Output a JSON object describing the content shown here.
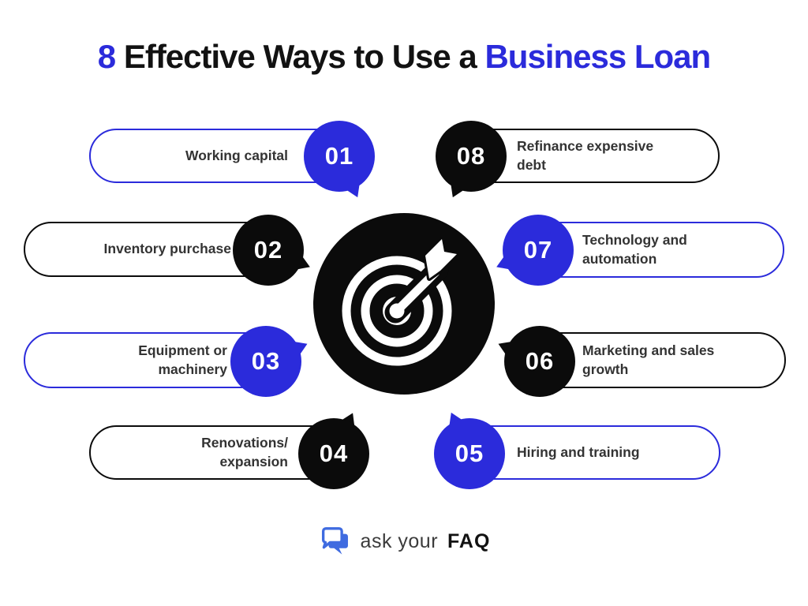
{
  "title": {
    "prefix": "8",
    "middle": " Effective Ways to Use a ",
    "highlight": "Business Loan"
  },
  "items": [
    {
      "number": "01",
      "label": "Working capital",
      "theme": "blue"
    },
    {
      "number": "02",
      "label": "Inventory purchase",
      "theme": "black"
    },
    {
      "number": "03",
      "label": "Equipment or\nmachinery",
      "theme": "blue"
    },
    {
      "number": "04",
      "label": "Renovations/\nexpansion",
      "theme": "black"
    },
    {
      "number": "05",
      "label": "Hiring and training",
      "theme": "blue"
    },
    {
      "number": "06",
      "label": "Marketing and sales\ngrowth",
      "theme": "black"
    },
    {
      "number": "07",
      "label": "Technology and\nautomation",
      "theme": "blue"
    },
    {
      "number": "08",
      "label": "Refinance expensive\ndebt",
      "theme": "black"
    }
  ],
  "icons": {
    "center": "target-with-dart-icon",
    "brand": "chat-bubbles-icon"
  },
  "footer": {
    "brand_regular": "ask your",
    "brand_bold": "FAQ"
  },
  "colors": {
    "blue": "#2b2bdb",
    "black": "#0b0b0b",
    "text": "#333333",
    "logoblue": "#3f6be0"
  }
}
